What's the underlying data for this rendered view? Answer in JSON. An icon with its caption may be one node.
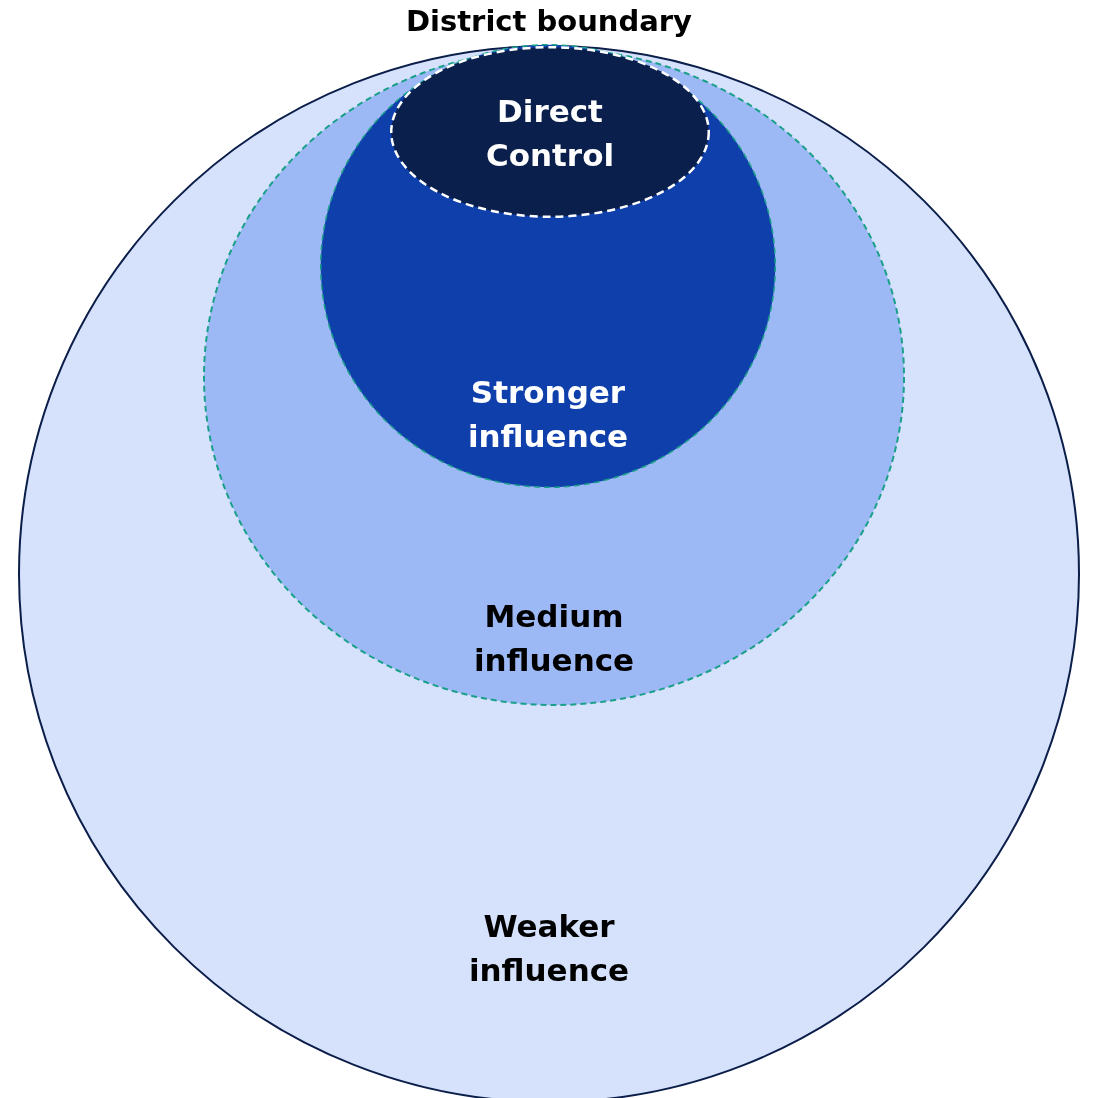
{
  "diagram": {
    "nodes": [
      {
        "text": [
          "District boundary",
          "Weaker influence"
        ]
      },
      {
        "text": [
          "Medium influence"
        ],
        "in": 0
      },
      {
        "text": [
          "Stronger influence"
        ],
        "in": 1
      },
      {
        "text": [
          "Direct Control"
        ],
        "in": 2
      }
    ]
  }
}
